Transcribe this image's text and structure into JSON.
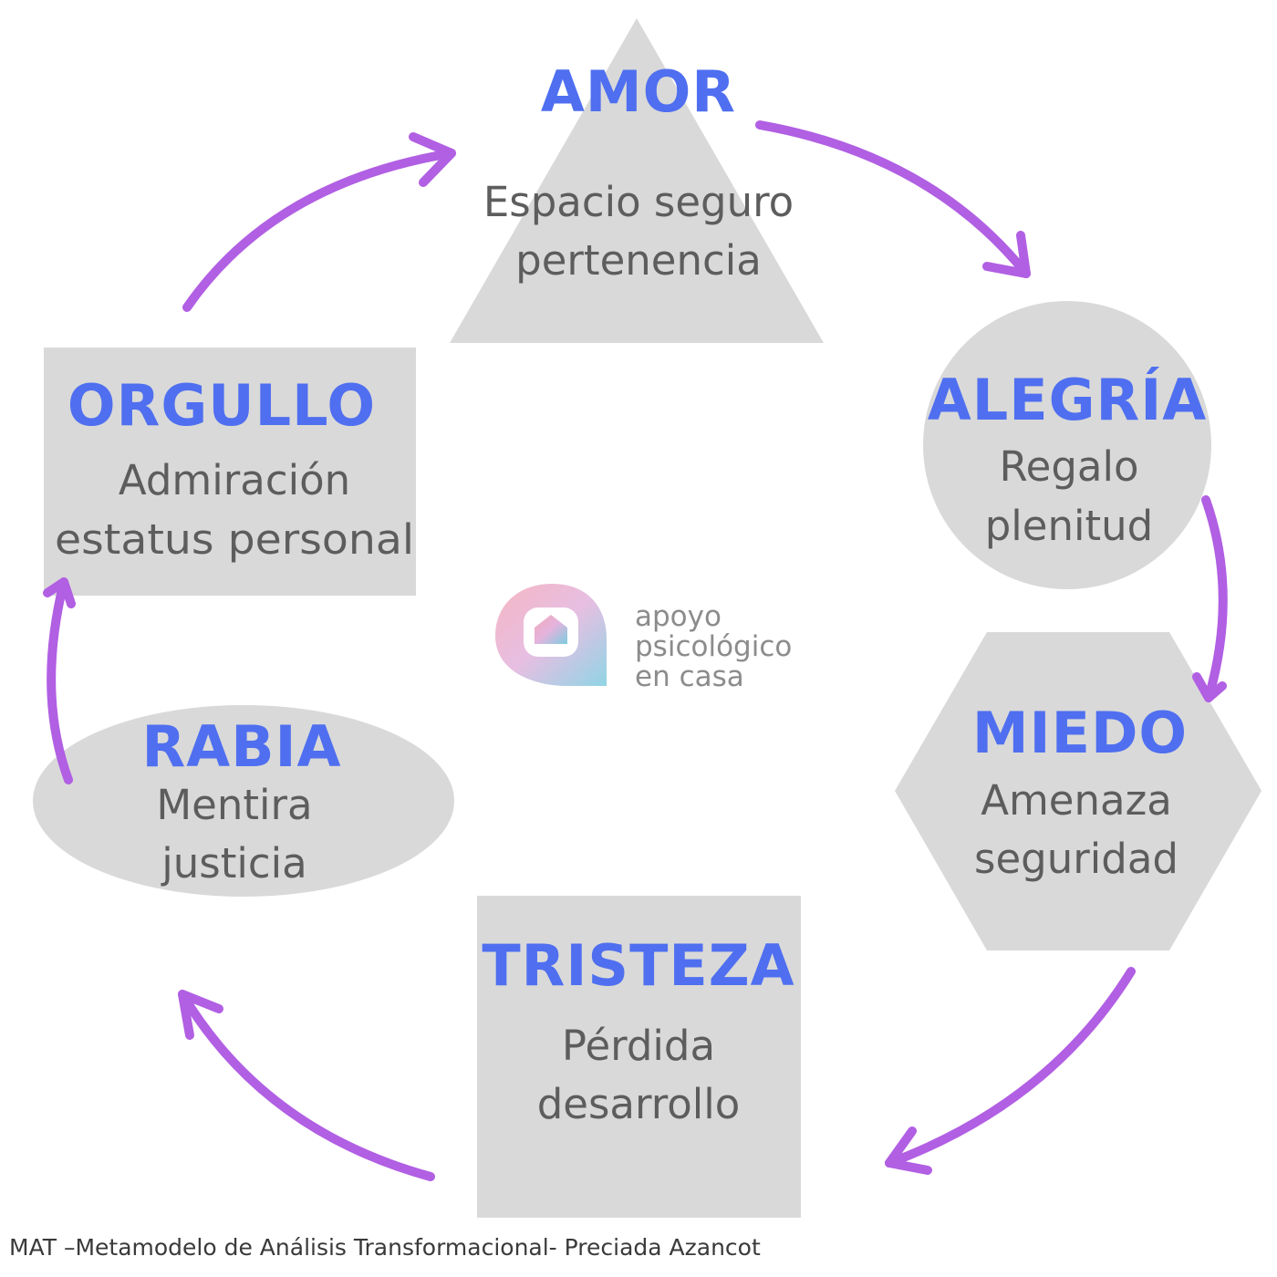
{
  "nodes": {
    "amor": {
      "title": "AMOR",
      "line1": "Espacio seguro",
      "line2": "pertenencia"
    },
    "alegria": {
      "title": "ALEGRÍA",
      "line1": "Regalo",
      "line2": "plenitud"
    },
    "miedo": {
      "title": "MIEDO",
      "line1": "Amenaza",
      "line2": "seguridad"
    },
    "tristeza": {
      "title": "TRISTEZA",
      "line1": "Pérdida",
      "line2": "desarrollo"
    },
    "rabia": {
      "title": "RABIA",
      "line1": "Mentira",
      "line2": "justicia"
    },
    "orgullo": {
      "title": "ORGULLO",
      "line1": "Admiración",
      "line2": "estatus personal"
    }
  },
  "logo": {
    "line1": "apoyo",
    "line2": "psicológico",
    "line3": "en casa"
  },
  "caption": "MAT –Metamodelo de Análisis Transformacional- Preciada Azancot",
  "colors": {
    "title": "#4f6ff0",
    "text": "#5d5d5d",
    "shape": "#d9d9d9",
    "arrow": "#b15fe3"
  }
}
